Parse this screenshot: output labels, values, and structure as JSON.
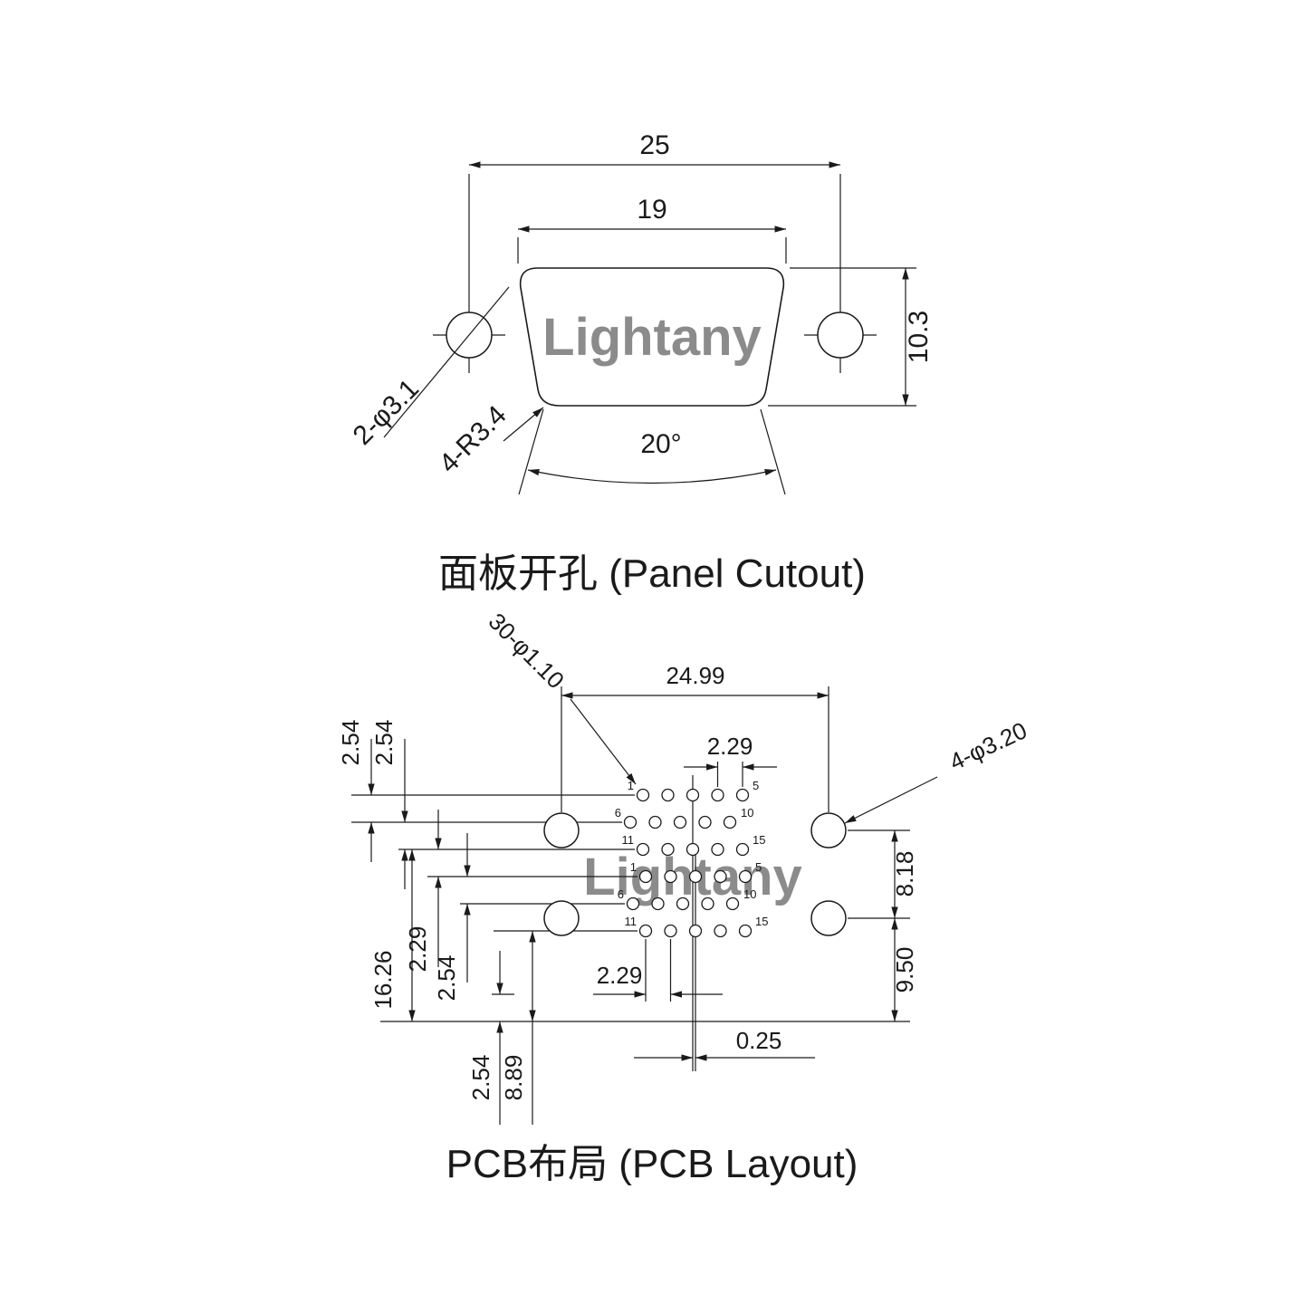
{
  "watermark": {
    "text": "Lightany",
    "color": "#f3c6c6"
  },
  "panel": {
    "title": "面板开孔 (Panel Cutout)",
    "dim_width_outer": "25",
    "dim_width_inner": "19",
    "dim_height": "10.3",
    "label_mount_holes": "2-φ3.1",
    "label_corner_radius": "4-R3.4",
    "dim_angle": "20°"
  },
  "pcb": {
    "title": "PCB布局 (PCB Layout)",
    "dim_mount_span": "24.99",
    "label_pin_holes": "30-φ1.10",
    "label_mount_holes": "4-φ3.20",
    "dim_pitch_top": "2.29",
    "dim_row12": "2.54",
    "dim_row23": "2.54",
    "dim_total_height": "16.26",
    "dim_row34": "2.29",
    "dim_row45": "2.54",
    "dim_bottom_small": "2.54",
    "dim_bottom_large": "8.89",
    "dim_pitch_bottom": "2.29",
    "dim_center_offset": "0.25",
    "dim_mount_gap": "8.18",
    "dim_mount_bottom": "9.50",
    "pins_top": [
      "1",
      "5",
      "6",
      "10",
      "11",
      "15"
    ],
    "pins_bottom": [
      "1",
      "5",
      "6",
      "10",
      "11",
      "15"
    ]
  }
}
